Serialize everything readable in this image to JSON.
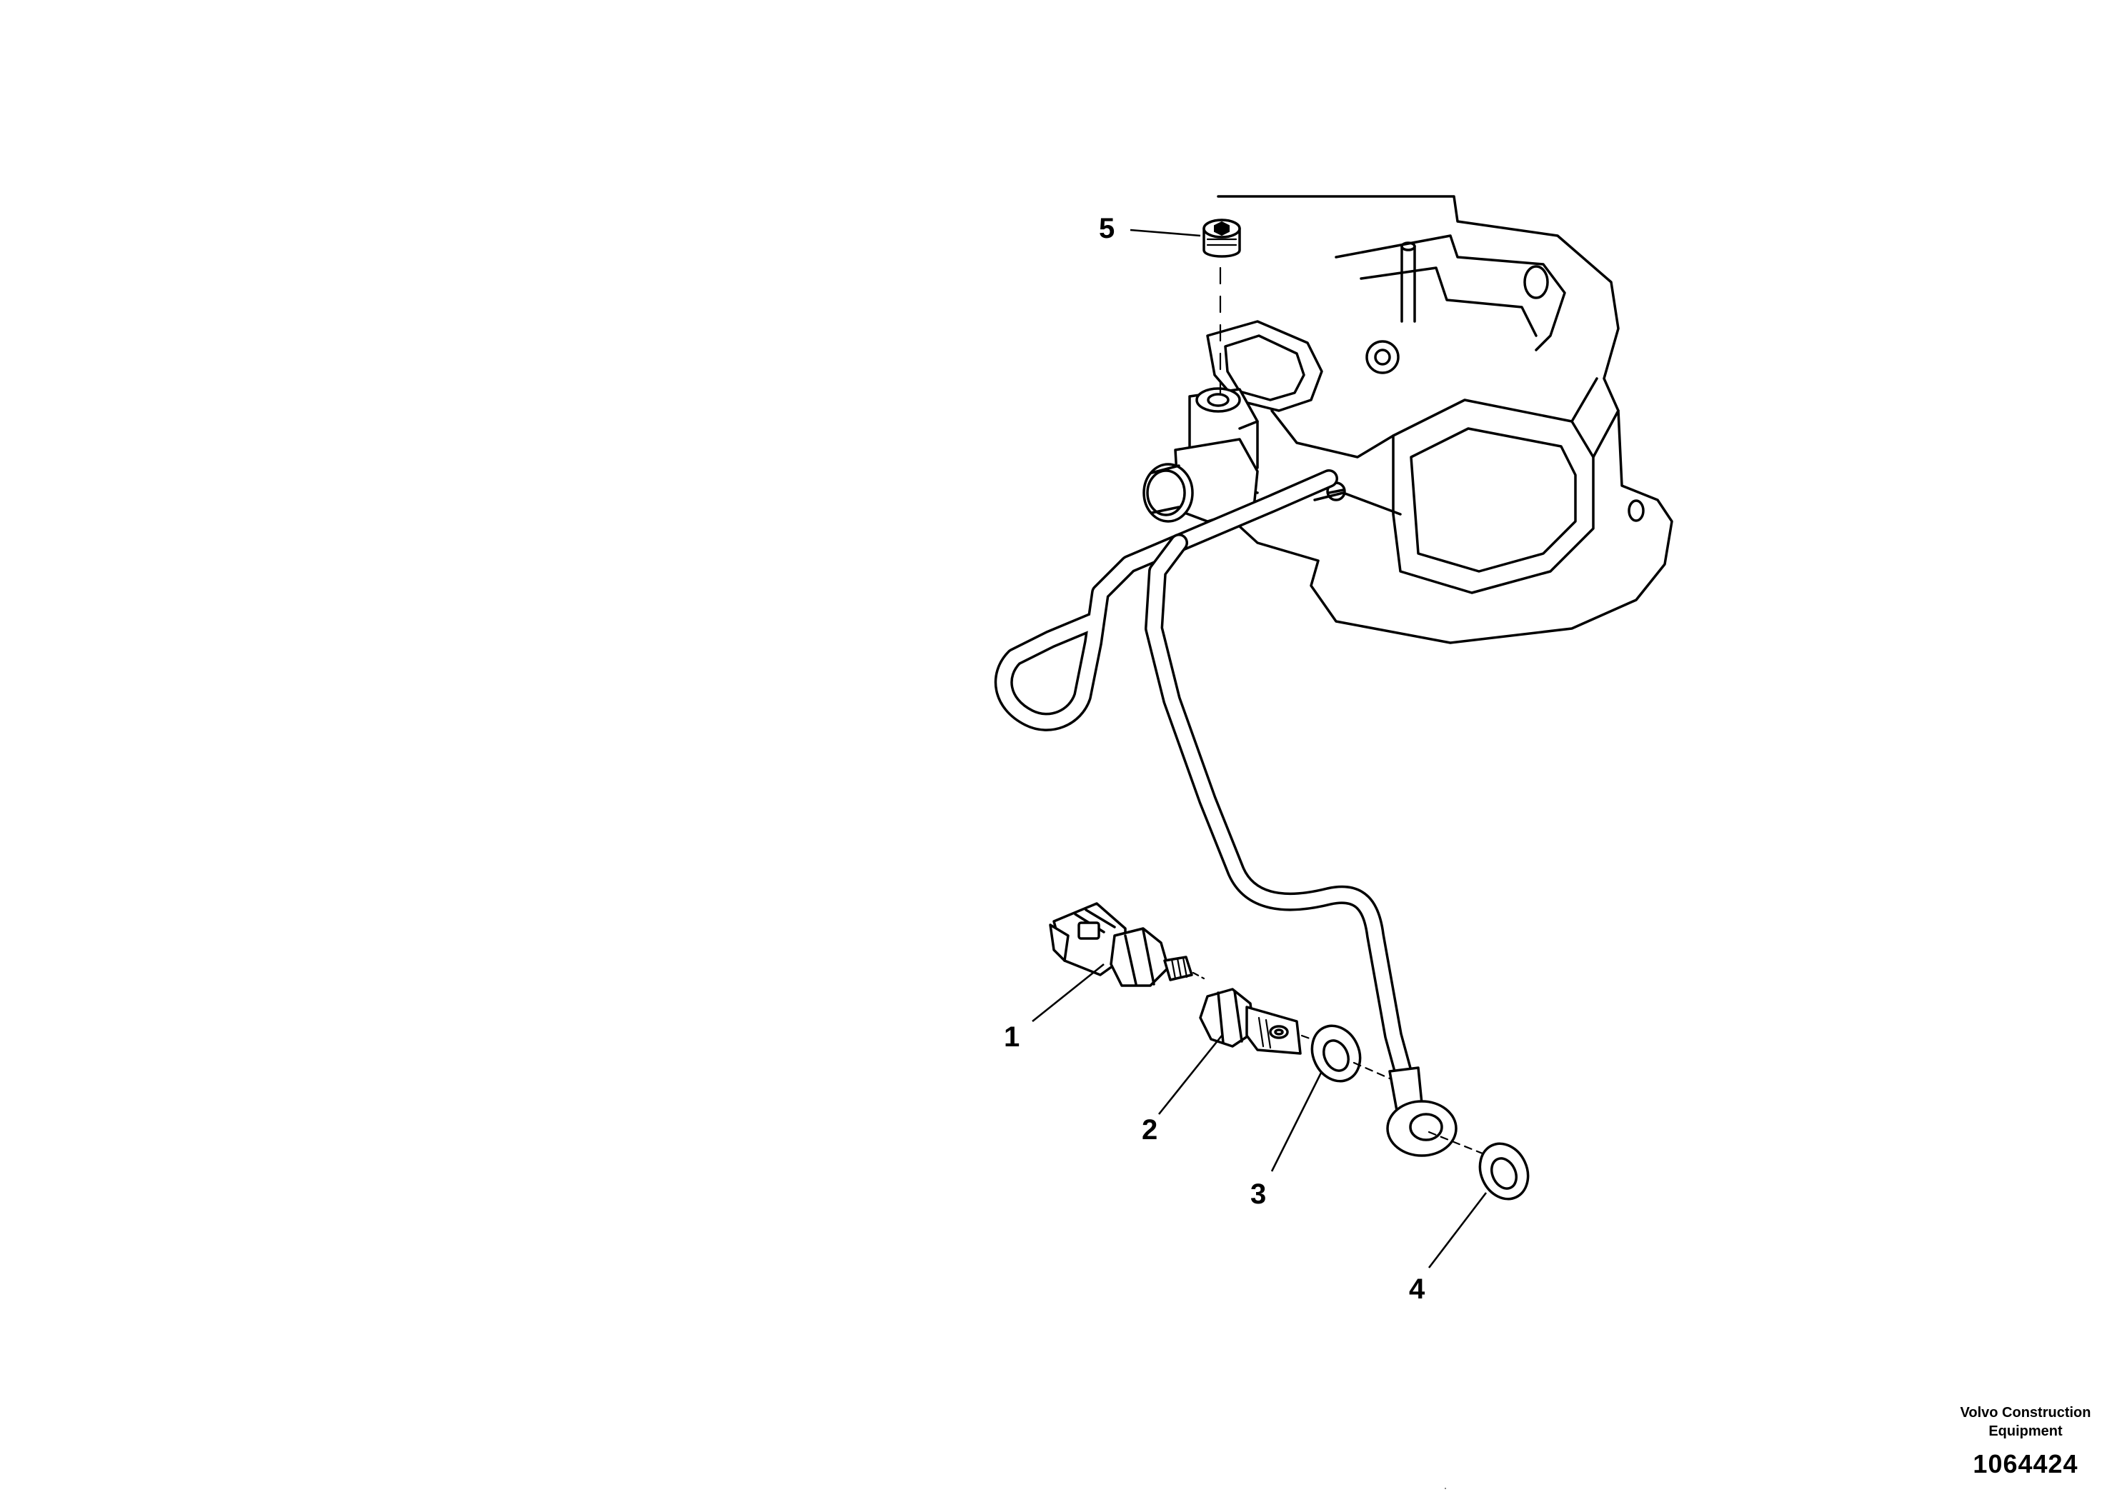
{
  "callouts": [
    {
      "id": "1",
      "label": "1",
      "part": "pressure-sensor"
    },
    {
      "id": "2",
      "label": "2",
      "part": "banjo-bolt"
    },
    {
      "id": "3",
      "label": "3",
      "part": "washer"
    },
    {
      "id": "4",
      "label": "4",
      "part": "washer"
    },
    {
      "id": "5",
      "label": "5",
      "part": "plug"
    }
  ],
  "footer": {
    "company_line1": "Volvo Construction",
    "company_line2": "Equipment",
    "drawing_number": "1064424"
  }
}
